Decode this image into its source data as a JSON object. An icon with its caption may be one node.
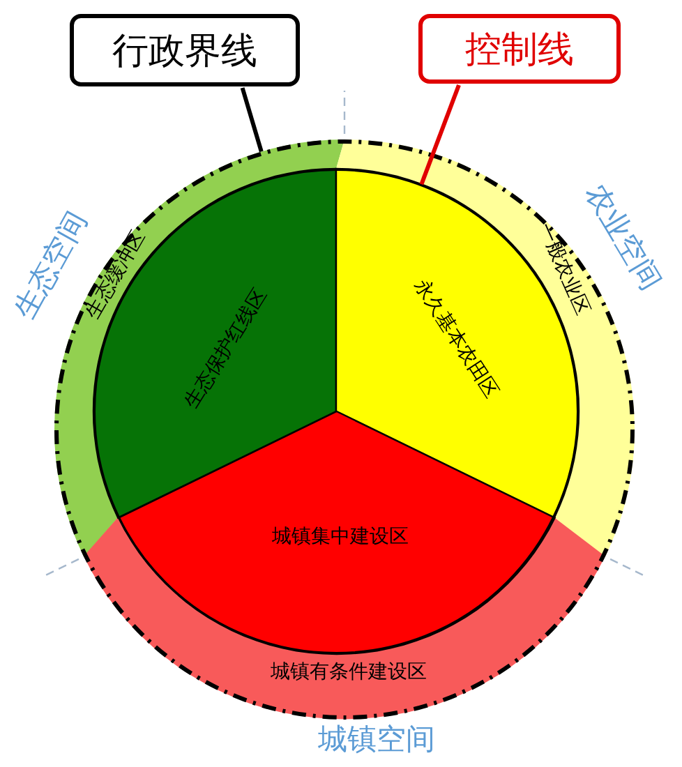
{
  "diagram": {
    "nodes": [
      {
        "text": [
          "行政界线"
        ]
      },
      {
        "text": [
          "控制线"
        ]
      },
      {
        "text": [],
        "shape": "circle"
      },
      {
        "text": [
          "生态缓冲区"
        ],
        "in": 2
      },
      {
        "text": [
          "一般农业区"
        ],
        "in": 2
      },
      {
        "text": [],
        "shape": "circle",
        "in": 2
      },
      {
        "text": [
          "生态保护红线区"
        ],
        "in": 5
      },
      {
        "text": [
          "永久基本农田区"
        ],
        "in": 5
      },
      {
        "text": [
          "城镇集中建设区"
        ],
        "in": 5
      },
      {
        "text": [
          "城镇有条件建设区"
        ],
        "in": 2
      }
    ],
    "edges": [
      {
        "from": 0,
        "to": 2,
        "arrow": "none"
      },
      {
        "from": 1,
        "to": 5,
        "arrow": "none",
        "color": "#e00000"
      }
    ],
    "labels": [
      "生态空间",
      "农业空间",
      "城镇空间"
    ]
  }
}
